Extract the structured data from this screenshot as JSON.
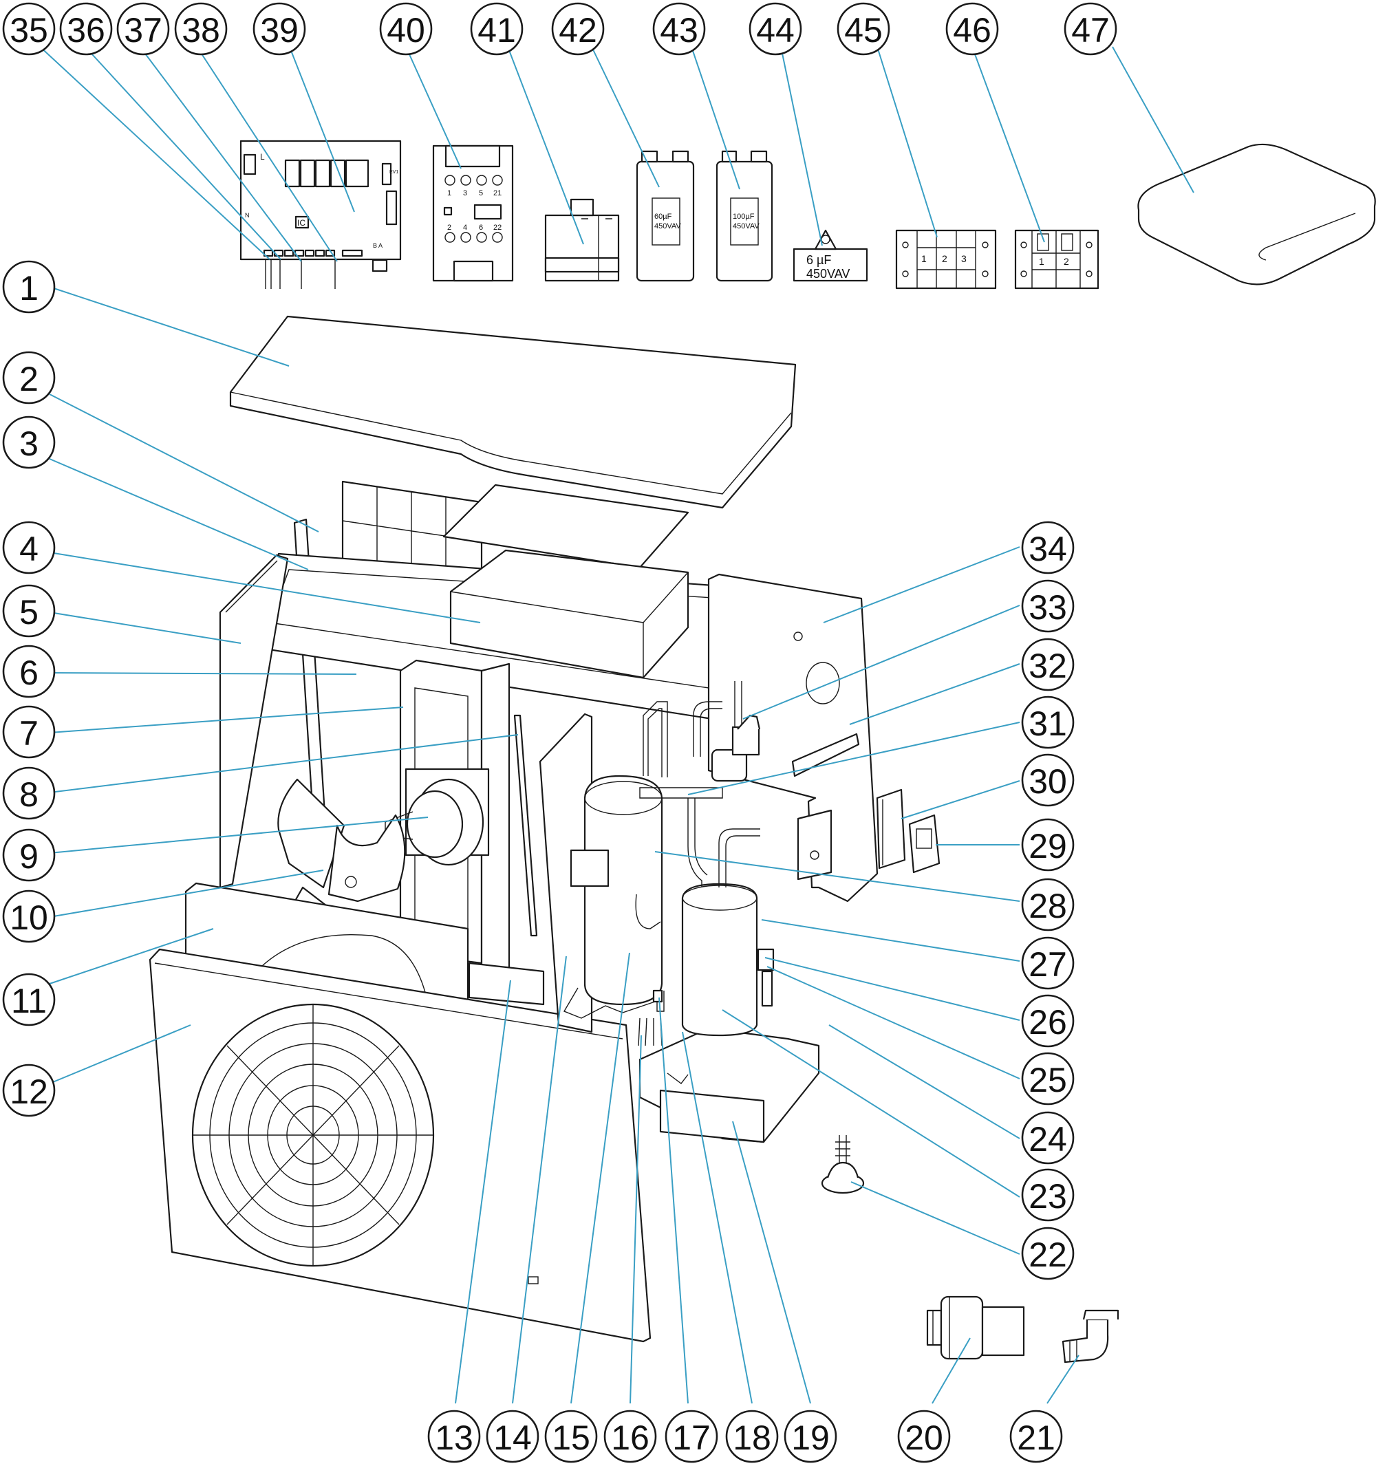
{
  "colors": {
    "line": "#1a1a1a",
    "leader": "#3a9fc4",
    "background": "#ffffff"
  },
  "callouts": [
    "1",
    "2",
    "3",
    "4",
    "5",
    "6",
    "7",
    "8",
    "9",
    "10",
    "11",
    "12",
    "13",
    "14",
    "15",
    "16",
    "17",
    "18",
    "19",
    "20",
    "21",
    "22",
    "23",
    "24",
    "25",
    "26",
    "27",
    "28",
    "29",
    "30",
    "31",
    "32",
    "33",
    "34",
    "35",
    "36",
    "37",
    "38",
    "39",
    "40",
    "41",
    "42",
    "43",
    "44",
    "45",
    "46",
    "47"
  ],
  "part_labels": {
    "pcb_ic": "IC",
    "pcb_l": "L",
    "pcb_n": "N",
    "pcb_ba": "B A",
    "pcb_ev": "EV1",
    "contactor_top": [
      "1",
      "3",
      "5",
      "21"
    ],
    "contactor_bottom": [
      "2",
      "4",
      "6",
      "22"
    ],
    "cap42_value": "60µF",
    "cap42_voltage": "450VAV",
    "cap43_value": "100µF",
    "cap43_voltage": "450VAV",
    "cap44_value": "6 µF",
    "cap44_voltage": "450VAV",
    "terminal45": [
      "1",
      "2",
      "3"
    ],
    "terminal46": [
      "1",
      "2"
    ]
  }
}
